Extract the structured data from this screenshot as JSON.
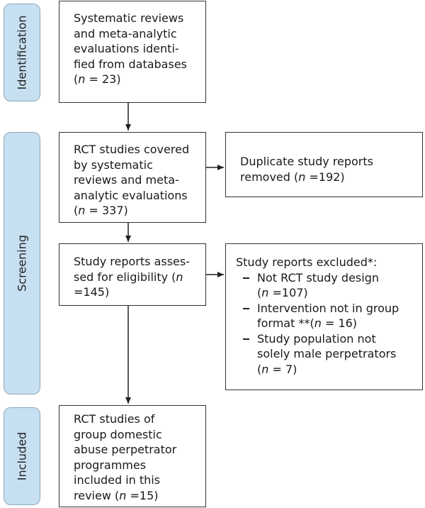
{
  "stages": {
    "identification": "Identification",
    "screening": "Screening",
    "included": "Included"
  },
  "boxes": {
    "identified": {
      "lines": [
        "Systematic reviews",
        "and meta-analytic",
        "evaluations identi-",
        "fied from databases"
      ],
      "n_open": "(",
      "n_var": "n",
      "n_close": " = 23)"
    },
    "covered": {
      "lines": [
        "RCT studies covered",
        "by systematic",
        "reviews and meta-",
        "analytic evaluations"
      ],
      "n_open": "(",
      "n_var": "n",
      "n_close": " = 337)"
    },
    "duplicates": {
      "lines": [
        "Duplicate study reports"
      ],
      "n_prefix": "removed (",
      "n_var": "n",
      "n_close": " =192)"
    },
    "assessed": {
      "lines": [
        "Study reports asses-"
      ],
      "n_prefix": "sed for eligibility (",
      "n_var": "n",
      "tail": "=145)"
    },
    "excluded": {
      "title": "Study reports excluded*:",
      "items": [
        {
          "lines": [
            "Not RCT study design"
          ],
          "n_open": "(",
          "n_var": "n",
          "n_close": " =107)"
        },
        {
          "lines": [
            "Intervention not in group"
          ],
          "n_prefix": "format **(",
          "n_var": "n",
          "n_close": " = 16)"
        },
        {
          "lines": [
            "Study population not",
            "solely male perpetrators"
          ],
          "n_open": "(",
          "n_var": "n",
          "n_close": " = 7)"
        }
      ]
    },
    "included": {
      "lines": [
        "RCT studies of",
        "group domestic",
        "abuse perpetrator",
        "programmes",
        "included in this"
      ],
      "n_prefix": "review (",
      "n_var": "n",
      "n_close": " =15)"
    }
  }
}
